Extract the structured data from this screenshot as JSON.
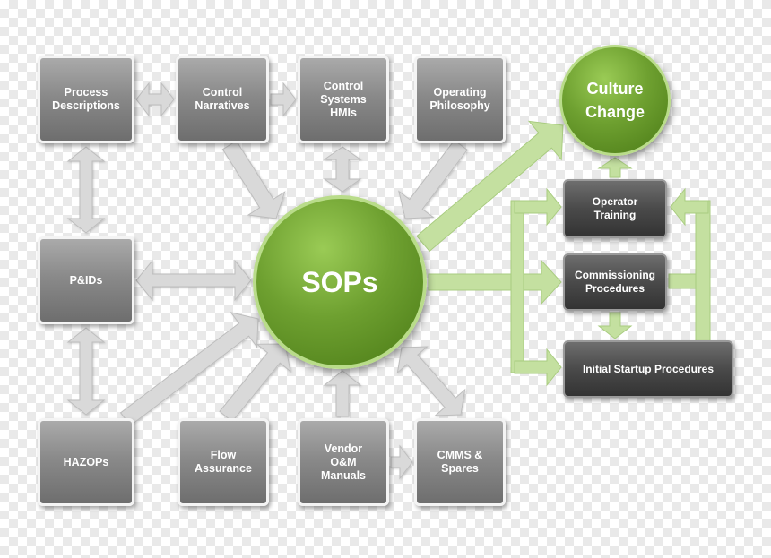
{
  "center": {
    "label": "SOPs"
  },
  "outcome": {
    "label": "Culture\nChange"
  },
  "inputs": {
    "process_descriptions": "Process\nDescriptions",
    "control_narratives": "Control\nNarratives",
    "control_systems_hmis": "Control\nSystems\nHMIs",
    "operating_philosophy": "Operating\nPhilosophy",
    "pids": "P&IDs",
    "hazops": "HAZOPs",
    "flow_assurance": "Flow\nAssurance",
    "vendor_manuals": "Vendor\nO&M\nManuals",
    "cmms_spares": "CMMS &\nSpares"
  },
  "outputs": {
    "operator_training": "Operator\nTraining",
    "commissioning_procedures": "Commissioning\nProcedures",
    "initial_startup_procedures": "Initial Startup Procedures"
  },
  "colors": {
    "green_accent": "#6ea030",
    "light_green_arrow": "#c4e0a0",
    "gray_arrow": "#d6d6d6",
    "gray_box": "#8a8a8a",
    "dark_box": "#4a4a4a"
  }
}
